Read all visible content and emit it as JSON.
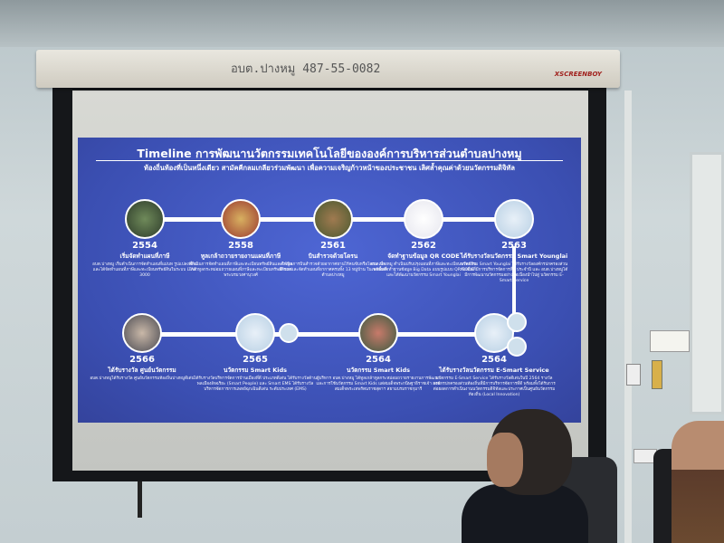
{
  "housing": {
    "label": "อบต.ปางหมู 487-55-0082",
    "brand": "XSCREENBOY"
  },
  "slide": {
    "title": "Timeline การพัฒนานวัตกรรมเทคโนโลยีขององค์การบริหารส่วนตำบลปางหมู",
    "subtitle": "ท้องถิ่นท้องที่เป็นหนึ่งเดียว สามัคคีกลมเกลียวร่วมพัฒนา เพื่อความเจริญก้าวหน้าของประชาชน เลิศล้ำคุณค่าด้วยนวัตกรรมดิจิทัล",
    "row1": [
      {
        "year": "2554",
        "heading": "เริ่มจัดทำแผนที่ภาษี",
        "desc": "อบต.ปางหมู เริ่มดำเนินการจัดทำแผนที่แม่บท รูปแปลงที่ดินและได้จัดทำแผนที่ภาษีและทะเบียนทรัพย์สินในระบบ LTAX 3000"
      },
      {
        "year": "2558",
        "heading": "ทูลเกล้าถวายรายงานแผนที่ภาษี",
        "desc": "ดำเนินการจัดทำแผนที่ภาษีและทะเบียนทรัพย์สินและได้ทูลเกล้าทูลกระหม่อมถวายแผนที่ภาษีและทะเบียนทรัพย์สินแด่พระบรมวงศานุวงศ์"
      },
      {
        "year": "2561",
        "heading": "บินสำรวจด้วยโดรน",
        "desc": "ดำเนินการบินสำรวจด้วยอากาศยานไร้คนขับหรือโดรน เพื่อสำรวจและจัดทำแผนที่อากาศครบทั้ง 13 หมู่บ้าน ในเขตพื้นที่ตำบลปางหมู"
      },
      {
        "year": "2562",
        "heading": "จัดทำฐานข้อมูล QR CODE",
        "desc": "อบต.ปางหมู ดำเนินปรับปรุงแผนที่ภาษีและทะเบียนทรัพย์สินพร้อมจัดทำฐานข้อมูล Big Data แบบรูปแบบ QR CODE และได้พัฒนานวัตกรรม Smart Younglai"
      },
      {
        "year": "2563",
        "heading": "ได้รับรางวัลนวัตกรรม Smart Younglai",
        "desc": "นวัตกรรม Smart Younglai ได้รับรางวัลองค์กรปกครองส่วนท้องถิ่นที่มีการบริหารจัดการที่ดี ประจำปี และ อบต.ปางหมูได้มีการพัฒนานวัตกรรมอย่างต่อเนื่องนำไปสู่ นวัตกรรม E-Smart Service"
      }
    ],
    "row2": [
      {
        "year": "2566",
        "heading": "ได้รับรางวัล ศูนย์นวัตกรรม",
        "desc": "อบต.ปางหมูได้รับรางวัล ศูนย์นวัตกรรมท้องถิ่นปางหมูดีเด่น"
      },
      {
        "year": "2565",
        "heading": "นวัตกรรม Smart Kids",
        "desc": "ได้รับรางวัลบริหารจัดการบ้านเมืองที่ดี ประเภทดีเด่น ได้รับรางวัลด้านพลเมืองอัจฉริยะ (Smart People) และ Smart EMS ได้รับรางวัลบริหารจัดการการแพทย์ฉุกเฉินดีเด่น ระดับประเทศ (EMS)"
      },
      {
        "year": "2564",
        "heading": "นวัตกรรม Smart Kids",
        "desc": "ผู้บริหาร อบต.ปางหมู ได้ทูลเกล้าทูลกระหม่อมถวายรายงานการพัฒนาและการใช้นวัตกรรม Smart Kids แด่สมเด็จพระกนิษฐาธิราชเจ้า กรมสมเด็จพระเทพรัตนราชสุดาฯ สยามบรมราชกุมารี"
      },
      {
        "year": "2564",
        "heading": "ได้รับรางวัลนวัตกรรม E-Smart Service",
        "desc": "นวัตกรรม E-Smart Service ได้รับรางวัลดีเด่นในปี 2564 รางวัลองค์กรปกครองส่วนท้องถิ่นที่มีการบริหารจัดการที่ดี พร้อมทั้งได้รับการต่อยอดการดำเนินงานนวัตกรรมดิจิทัลและประกาศเป็นศูนย์นวัตกรรมท้องถิ่น (Local Innovation)"
      }
    ]
  }
}
